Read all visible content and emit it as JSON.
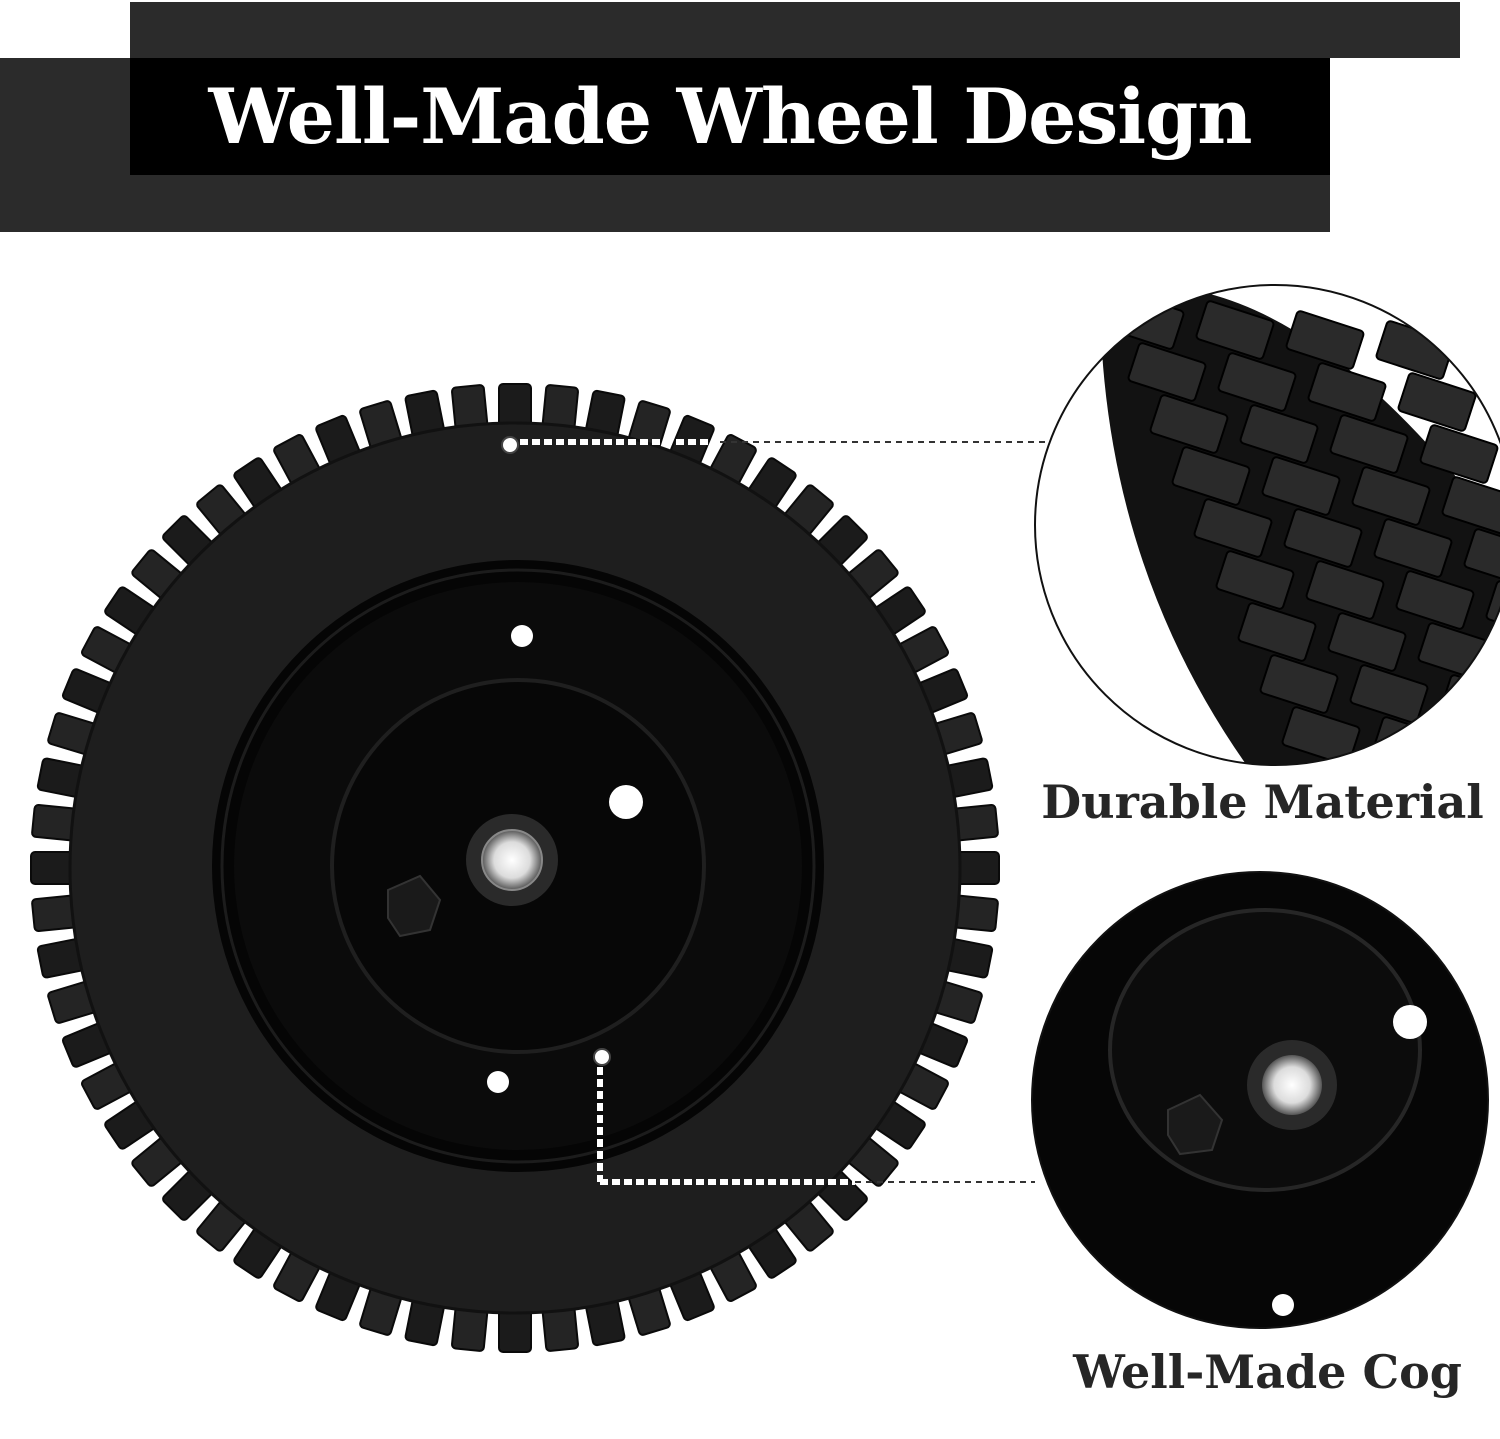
{
  "banner": {
    "title": "Well-Made Wheel Design"
  },
  "callouts": [
    {
      "label": "Durable Material"
    },
    {
      "label": "Well-Made Cog"
    }
  ],
  "colors": {
    "banner_dark": "#2b2b2b",
    "banner_black": "#000000",
    "tire": "#1e1e1e",
    "rim": "#080808",
    "text": "#262626"
  }
}
